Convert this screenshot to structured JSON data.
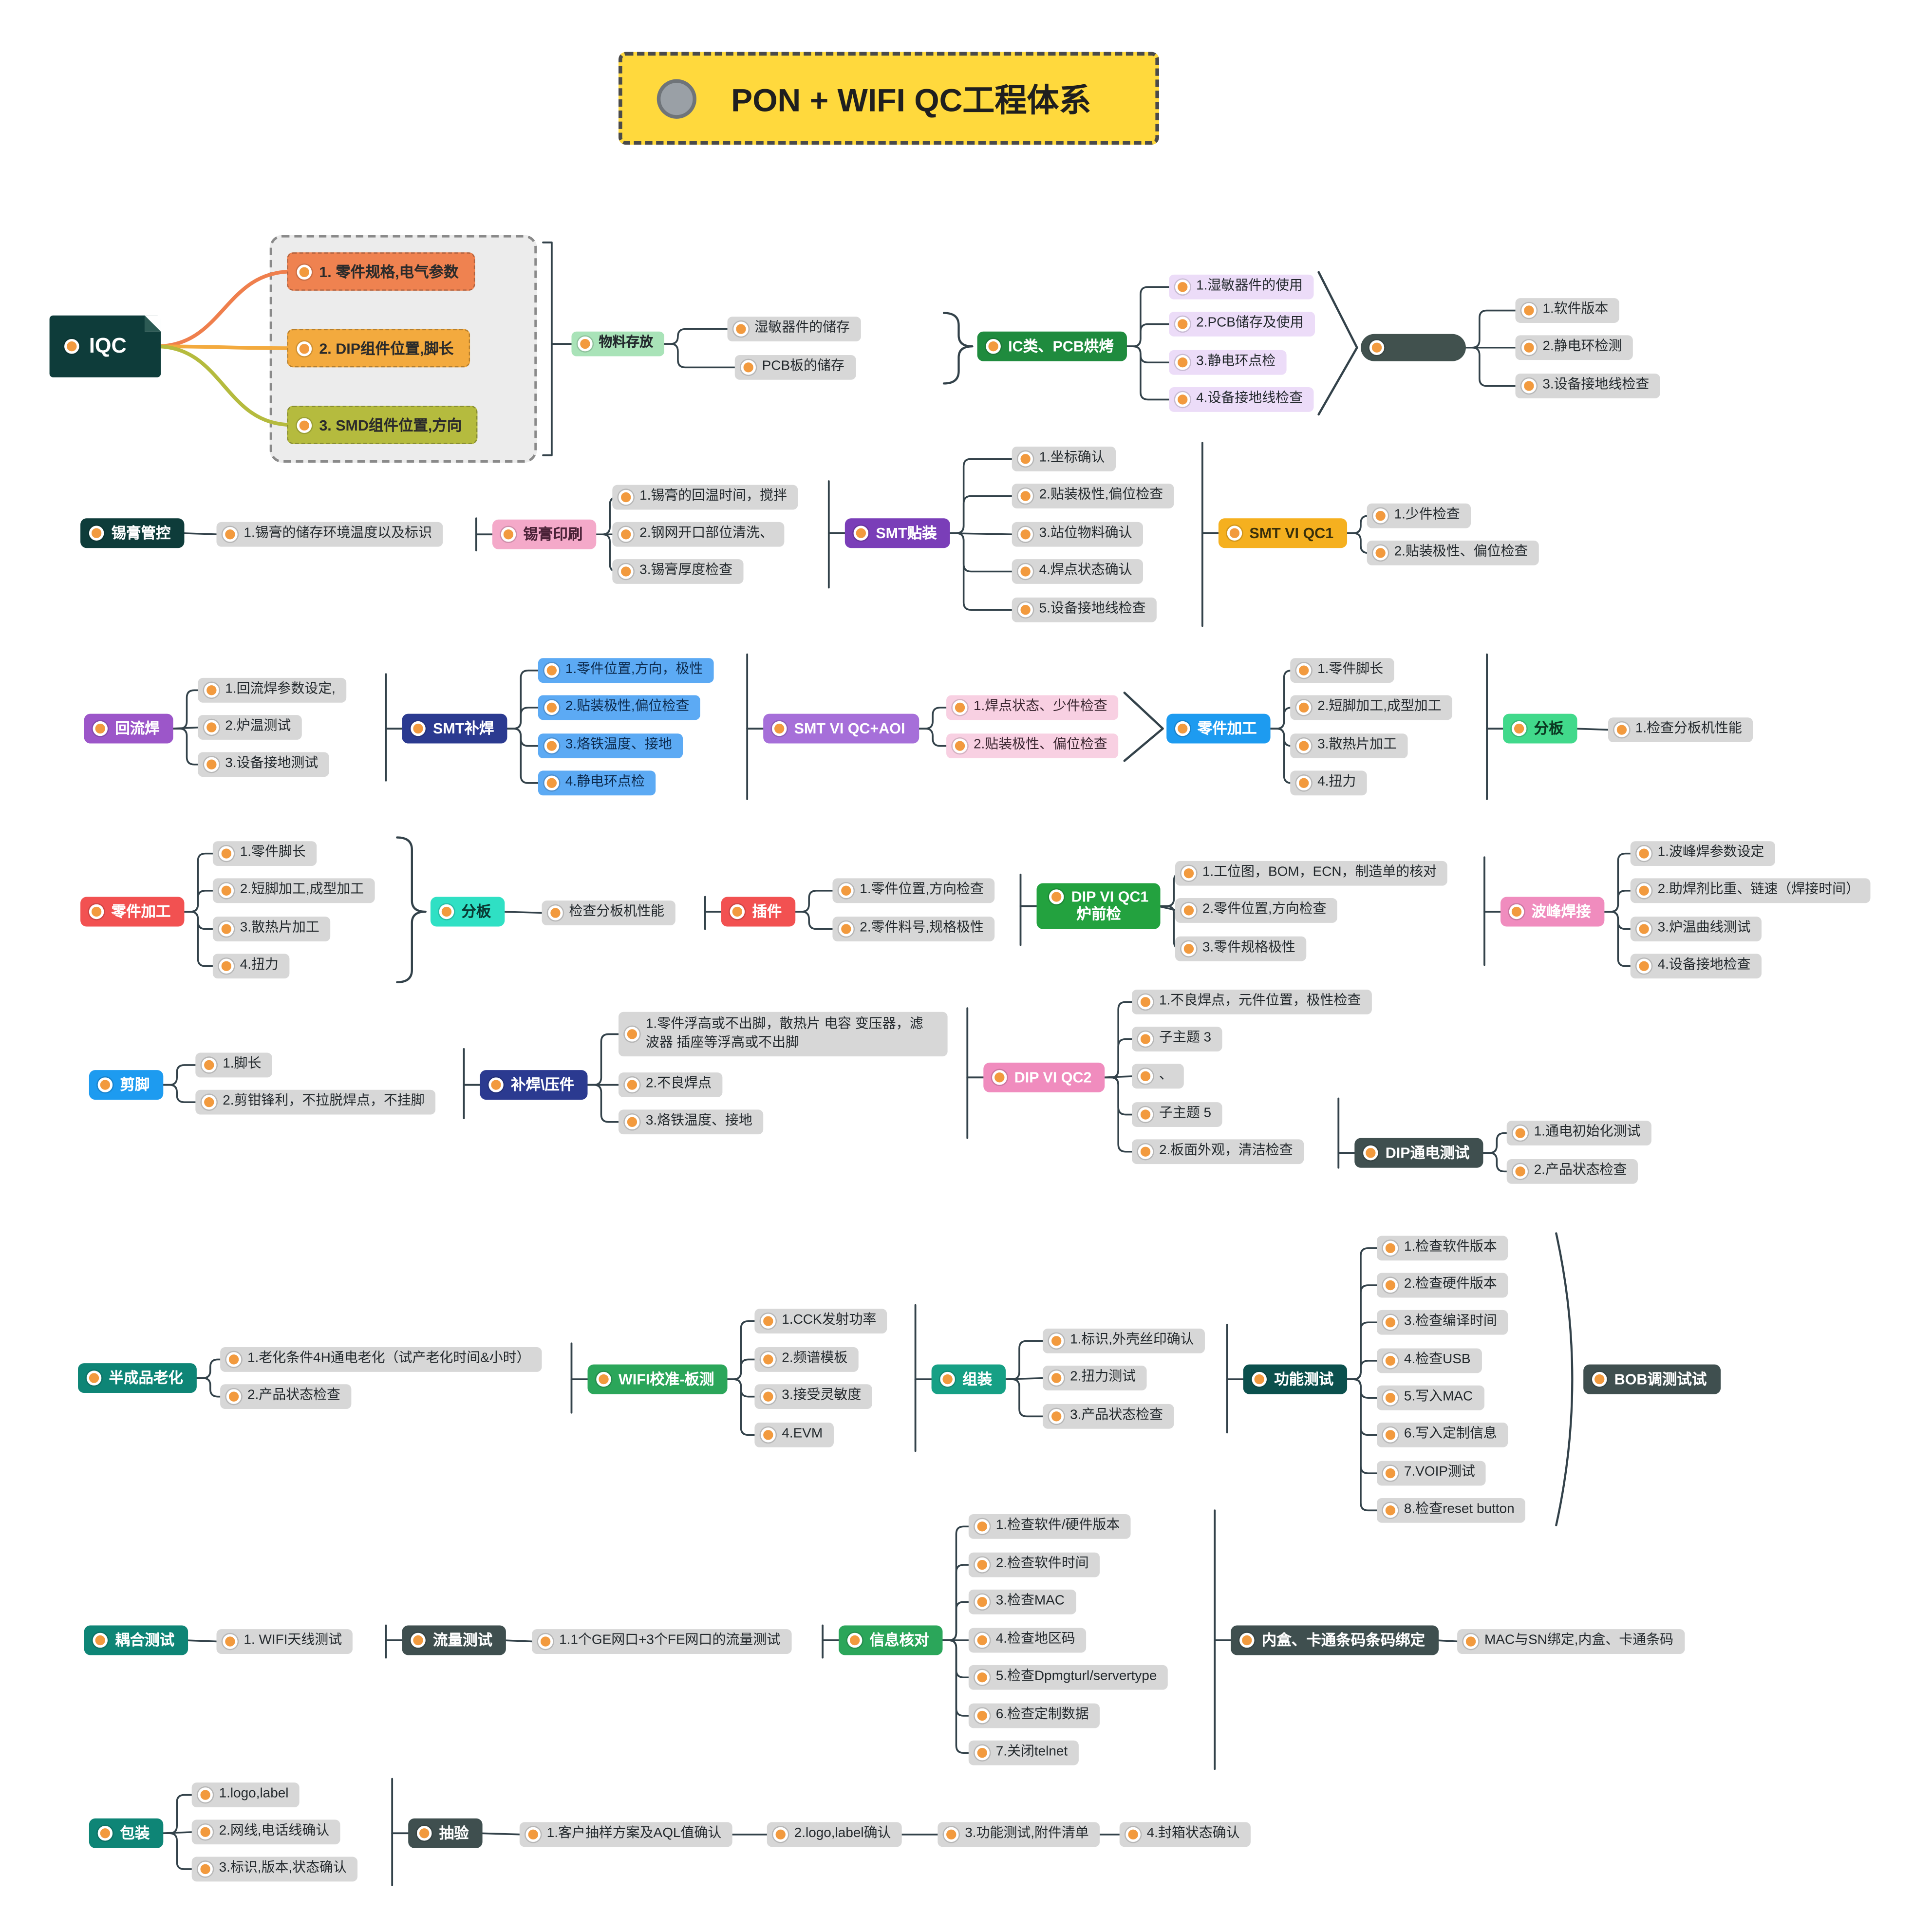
{
  "title": {
    "text": "PON + WIFI  QC工程体系"
  },
  "iqc": {
    "root": "IQC",
    "specs": [
      "1. 零件规格,电气参数",
      "2. DIP组件位置,脚长",
      "3. SMD组件位置,方向"
    ],
    "storage": "物料存放",
    "storage_items": [
      "湿敏器件的储存",
      "PCB板的储存"
    ],
    "bake": "IC类、PCB烘烤",
    "bake_items": [
      "1.湿敏器件的使用",
      "2.PCB储存及使用",
      "3.静电环点检",
      "4.设备接地线检查"
    ],
    "check_items": [
      "1.软件版本",
      "2.静电环检测",
      "3.设备接地线检查"
    ]
  },
  "solder": {
    "root": "锡膏管控",
    "note": "1.锡膏的储存环境温度以及标识",
    "print": "锡膏印刷",
    "print_items": [
      "1.锡膏的回温时间，搅拌",
      "2.钢网开口部位清洗、",
      "3.锡膏厚度检查"
    ],
    "smt": "SMT贴装",
    "smt_items": [
      "1.坐标确认",
      "2.贴装极性,偏位检查",
      "3.站位物料确认",
      "4.焊点状态确认",
      "5.设备接地线检查"
    ],
    "qc": "SMT VI QC1",
    "qc_items": [
      "1.少件检查",
      "2.贴装极性、偏位检查"
    ]
  },
  "reflow": {
    "root": "回流焊",
    "items": [
      "1.回流焊参数设定,",
      "2.炉温测试",
      "3.设备接地测试"
    ],
    "rework": "SMT补焊",
    "rework_items": [
      "1.零件位置,方向，极性",
      "2.贴装极性,偏位检查",
      "3.烙铁温度、接地",
      "4.静电环点检"
    ],
    "aoi": "SMT VI QC+AOI",
    "aoi_items": [
      "1.焊点状态、少件检查",
      "2.贴装极性、偏位检查"
    ],
    "parts": "零件加工",
    "parts_items": [
      "1.零件脚长",
      "2.短脚加工,成型加工",
      "3.散热片加工",
      "4.扭力"
    ],
    "split": "分板",
    "split_item": "1.检查分板机性能"
  },
  "parts": {
    "root": "零件加工",
    "items": [
      "1.零件脚长",
      "2.短脚加工,成型加工",
      "3.散热片加工",
      "4.扭力"
    ],
    "split": "分板",
    "split_item": "检查分板机性能",
    "insert": "插件",
    "insert_items": [
      "1.零件位置,方向检查",
      "2.零件料号,规格极性"
    ],
    "qc_line1": "DIP VI QC1",
    "qc_line2": "炉前检",
    "qc_items": [
      "1.工位图，BOM，ECN，制造单的核对",
      "2.零件位置,方向检查",
      "3.零件规格极性"
    ],
    "wave": "波峰焊接",
    "wave_items": [
      "1.波峰焊参数设定",
      "2.助焊剂比重、链速（焊接时间）",
      "3.炉温曲线测试",
      "4.设备接地检查"
    ]
  },
  "trim": {
    "root": "剪脚",
    "items": [
      "1.脚长",
      "2.剪钳锋利，不拉脱焊点，不挂脚"
    ],
    "press": "补焊\\压件",
    "press_items": [
      "1.零件浮高或不出脚，散热片 电容 变压器，滤波器 插座等浮高或不出脚",
      "2.不良焊点",
      "3.烙铁温度、接地"
    ],
    "qc2": "DIP VI QC2",
    "qc2_items": [
      "1.不良焊点，元件位置，极性检查",
      "子主题 3",
      "、",
      "子主题 5",
      "2.板面外观，清洁检查"
    ],
    "power": "DIP通电测试",
    "power_items": [
      "1.通电初始化测试",
      "2.产品状态检查"
    ]
  },
  "aging": {
    "root": "半成品老化",
    "items": [
      "1.老化条件4H通电老化（试产老化时间&小时）",
      "2.产品状态检查"
    ],
    "wifi": "WIFI校准-板测",
    "wifi_items": [
      "1.CCK发射功率",
      "2.频谱模板",
      "3.接受灵敏度",
      "4.EVM"
    ],
    "assembly": "组装",
    "assembly_items": [
      "1.标识,外壳丝印确认",
      "2.扭力测试",
      "3.产品状态检查"
    ],
    "func": "功能测试",
    "func_items": [
      "1.检查软件版本",
      "2.检查硬件版本",
      "3.检查编译时间",
      "4.检查USB",
      "5.写入MAC",
      "6.写入定制信息",
      "7.VOIP测试",
      "8.检查reset button"
    ],
    "bob": "BOB调测试试"
  },
  "coupling": {
    "root": "耦合测试",
    "item": "1. WIFI天线测试",
    "flow": "流量测试",
    "flow_item": "1.1个GE网口+3个FE网口的流量测试",
    "info": "信息核对",
    "info_items": [
      "1.检查软件/硬件版本",
      "2.检查软件时间",
      "3.检查MAC",
      "4.检查地区码",
      "5.检查Dpmgturl/servertype",
      "6.检查定制数据",
      "7.关闭telnet"
    ],
    "bind": "内盒、卡通条码条码绑定",
    "bind_item": "MAC与SN绑定,内盒、卡通条码"
  },
  "packing": {
    "root": "包装",
    "items": [
      "1.logo,label",
      "2.网线,电话线确认",
      "3.标识,版本,状态确认"
    ],
    "sample": "抽验",
    "sample_items": [
      "1.客户抽样方案及AQL值确认",
      "2.logo,label确认",
      "3.功能测试,附件清单",
      "4.封箱状态确认"
    ]
  }
}
